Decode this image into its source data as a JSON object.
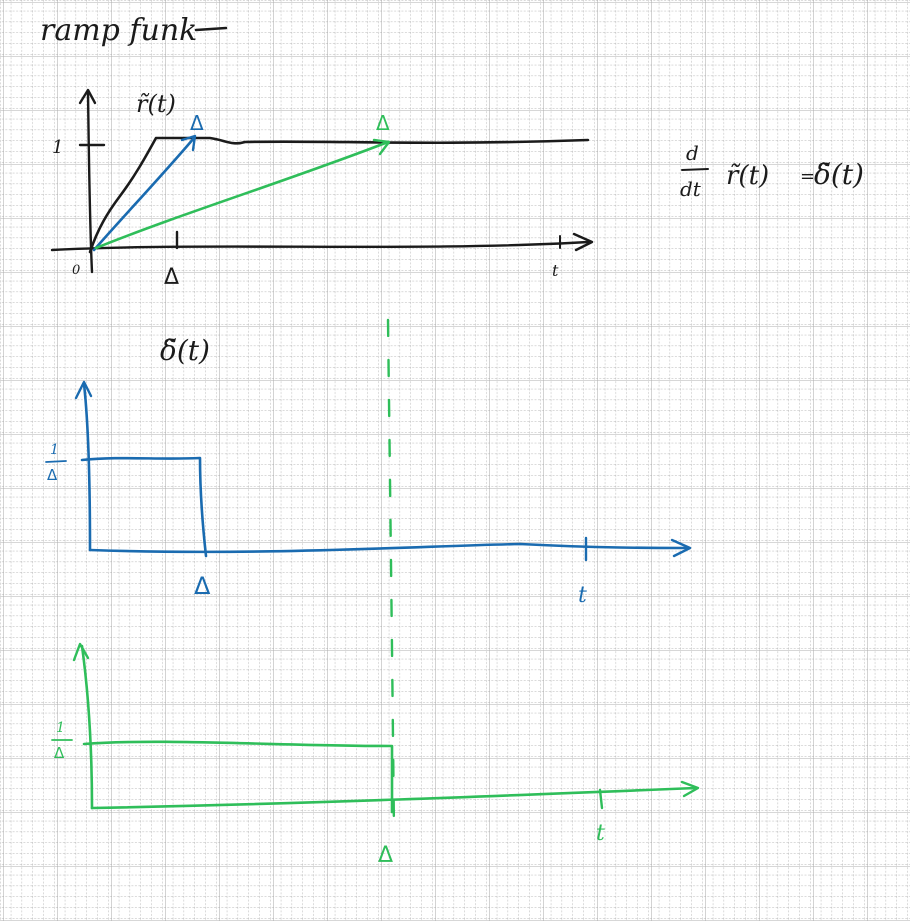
{
  "title": "ramp funk",
  "colors": {
    "paper": "#ffffff",
    "grid_minor": "#b5b5b5",
    "grid_major": "#6e6e6e",
    "ink_black": "#1b1b1b",
    "ink_blue": "#1a6bb0",
    "ink_green": "#2fbe5a"
  },
  "ramp_plot": {
    "function_label": "r̃(t)",
    "y_tick_label": "1",
    "origin_label": "0",
    "delta_label": "Δ",
    "t_axis_label": "t",
    "green_delta_label": "Δ"
  },
  "equation": {
    "numerator": "d",
    "denominator": "dt",
    "lhs": "r̃(t)",
    "equals": "=",
    "rhs": "δ̃(t)"
  },
  "delta_plot_blue": {
    "function_label": "δ̃(t)",
    "height_label_num": "1",
    "height_label_den": "Δ",
    "delta_label": "Δ",
    "t_axis_label": "t"
  },
  "delta_plot_green": {
    "height_label_num": "1",
    "height_label_den": "Δ",
    "delta_label": "Δ",
    "t_axis_label": "t"
  }
}
